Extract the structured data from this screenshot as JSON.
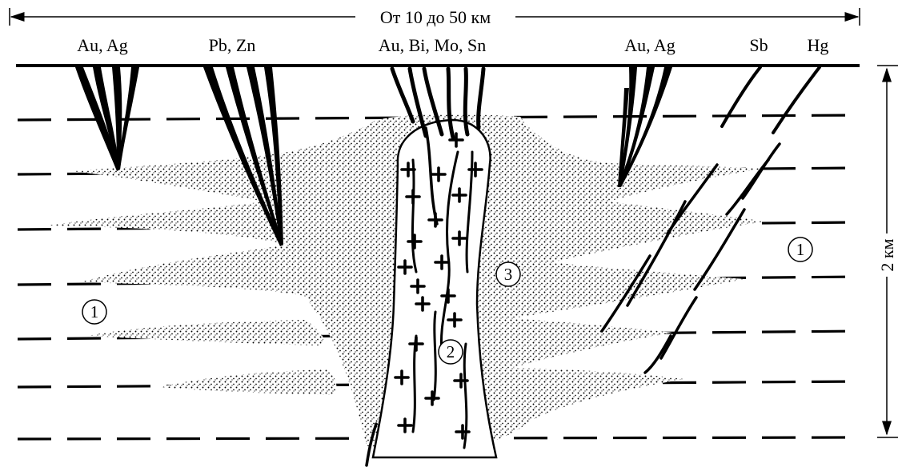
{
  "scale": {
    "width_label": "От 10 до 50 км",
    "depth_label": "2 км"
  },
  "elements": [
    {
      "id": "au-ag-left",
      "label": "Au, Ag"
    },
    {
      "id": "pb-zn",
      "label": "Pb, Zn"
    },
    {
      "id": "au-bi-mo-sn",
      "label": "Au, Bi, Mo, Sn"
    },
    {
      "id": "au-ag-right",
      "label": "Au, Ag"
    },
    {
      "id": "sb",
      "label": "Sb"
    },
    {
      "id": "hg",
      "label": "Hg"
    }
  ],
  "zones": {
    "host_rocks_left": "1",
    "host_rocks_right": "1",
    "intrusion": "2",
    "alteration_halo": "3"
  },
  "colors": {
    "ink": "#000000",
    "background": "#ffffff"
  }
}
